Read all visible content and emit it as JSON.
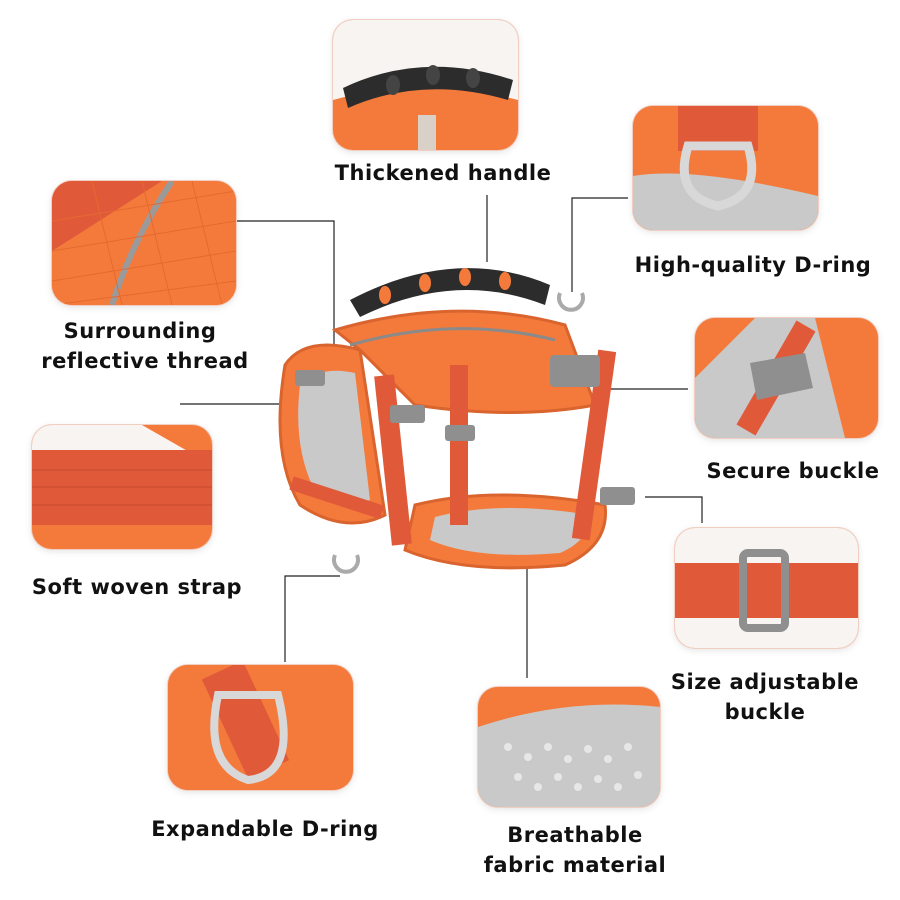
{
  "features": {
    "thickened_handle": "Thickened handle",
    "d_ring": "High-quality D-ring",
    "reflective_line1": "Surrounding",
    "reflective_line2": "reflective thread",
    "secure_buckle": "Secure buckle",
    "woven_strap": "Soft woven strap",
    "adjustable_line1": "Size adjustable",
    "adjustable_line2": "buckle",
    "expandable_d_ring": "Expandable D-ring",
    "breathable_line1": "Breathable",
    "breathable_line2": "fabric material"
  },
  "colors": {
    "harness_orange": "#f47a3c",
    "strap_red": "#e05a3a",
    "mesh_gray": "#c9c9c9",
    "handle_black": "#2c2c2c",
    "buckle_gray": "#8f8f8f"
  }
}
